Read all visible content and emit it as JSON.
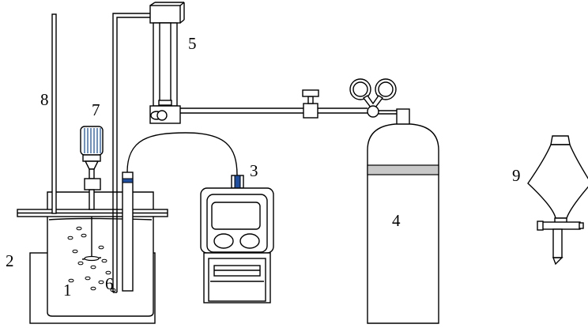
{
  "labels": {
    "n1": "1",
    "n2": "2",
    "n3": "3",
    "n4": "4",
    "n5": "5",
    "n6": "6",
    "n7": "7",
    "n8": "8",
    "n9": "9"
  },
  "colors": {
    "line": "#000000",
    "background": "#ffffff",
    "motor_stripes": "#3a6fb0",
    "electrode_band": "#1f4fa0",
    "cylinder_band": "#c8c8c8"
  },
  "icons": [
    "water-bath-icon",
    "beaker-icon",
    "thermometer-icon",
    "stirrer-motor-icon",
    "gas-tube-icon",
    "flowmeter-icon",
    "valve-icon",
    "regulator-icon",
    "gas-cylinder-icon",
    "meter-instrument-icon",
    "electrode-icon",
    "separatory-funnel-icon"
  ]
}
